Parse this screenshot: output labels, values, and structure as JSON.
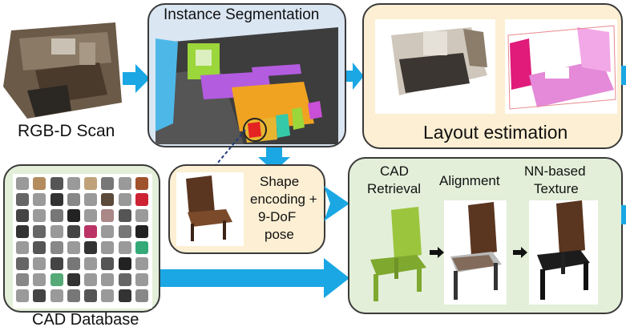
{
  "steps": {
    "rgbd": {
      "label": "RGB-D Scan"
    },
    "segmentation": {
      "title": "Instance Segmentation"
    },
    "layout": {
      "label": "Layout estimation"
    },
    "shape": {
      "label_line1": "Shape",
      "label_line2": "encoding +",
      "label_line3": "9-DoF",
      "label_line4": "pose"
    },
    "cad_db": {
      "label": "CAD Database"
    },
    "final": {
      "retrieval_line1": "CAD",
      "retrieval_line2": "Retrieval",
      "alignment": "Alignment",
      "texture_line1": "NN-based",
      "texture_line2": "Texture"
    }
  },
  "colors": {
    "panel_blue": "#dbe6f3",
    "panel_cream": "#fcefd3",
    "panel_green": "#e3efd9",
    "arrow": "#1aa7e4",
    "chair_green": "#9bc53d",
    "chair_dark": "#222222"
  }
}
